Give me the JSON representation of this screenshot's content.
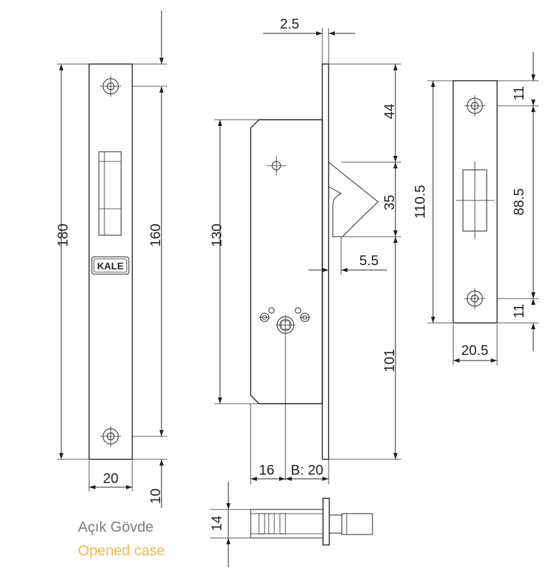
{
  "brand": "KALE",
  "colors": {
    "line": "#231f20",
    "caption_tr": "#7a7a7a",
    "caption_en": "#f5b74a"
  },
  "captions": {
    "tr": "Açık Gövde",
    "en": "Opened case"
  },
  "dimensions": {
    "faceplate": {
      "length": "180",
      "hole_spacing": "160",
      "width": "20",
      "offset": "10"
    },
    "body": {
      "height": "130",
      "plate_thickness": "2.5",
      "latch_top": "44",
      "latch_height": "35",
      "latch_throw": "5.5",
      "latch_to_bottom": "101",
      "to_follower": "16",
      "backset": "B: 20"
    },
    "strike": {
      "length": "110.5",
      "hole_spacing": "88.5",
      "edge_top": "11",
      "edge_bottom": "11",
      "width": "20.5"
    },
    "bottom_view": {
      "thickness": "14"
    }
  }
}
